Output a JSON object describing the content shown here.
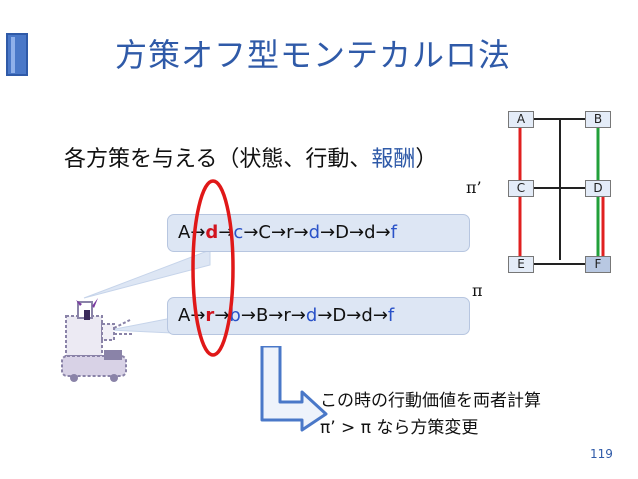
{
  "slide": {
    "title": "方策オフ型モンテカルロ法",
    "subtitle_main": "各方策を与える（状態、行動、",
    "subtitle_accent": "報酬",
    "subtitle_end": "）",
    "page_number": "119",
    "pi_prime_label": "π’",
    "pi_label": "π"
  },
  "sequence_top": [
    {
      "text": "A",
      "style": "dark"
    },
    {
      "text": "→",
      "style": "dark"
    },
    {
      "text": "d",
      "style": "red"
    },
    {
      "text": "→",
      "style": "dark"
    },
    {
      "text": "c",
      "style": "blue"
    },
    {
      "text": "→",
      "style": "dark"
    },
    {
      "text": "C",
      "style": "dark"
    },
    {
      "text": "→",
      "style": "dark"
    },
    {
      "text": "r",
      "style": "dark"
    },
    {
      "text": "→",
      "style": "dark"
    },
    {
      "text": "d",
      "style": "blue"
    },
    {
      "text": "→",
      "style": "dark"
    },
    {
      "text": "D",
      "style": "dark"
    },
    {
      "text": "→",
      "style": "dark"
    },
    {
      "text": "d",
      "style": "dark"
    },
    {
      "text": "→",
      "style": "dark"
    },
    {
      "text": "f",
      "style": "blue"
    }
  ],
  "sequence_bottom": [
    {
      "text": "A",
      "style": "dark"
    },
    {
      "text": "→",
      "style": "dark"
    },
    {
      "text": "r",
      "style": "red"
    },
    {
      "text": "→",
      "style": "dark"
    },
    {
      "text": "b",
      "style": "blue"
    },
    {
      "text": "→",
      "style": "dark"
    },
    {
      "text": "B",
      "style": "dark"
    },
    {
      "text": "→",
      "style": "dark"
    },
    {
      "text": "r",
      "style": "dark"
    },
    {
      "text": "→",
      "style": "dark"
    },
    {
      "text": "d",
      "style": "blue"
    },
    {
      "text": "→",
      "style": "dark"
    },
    {
      "text": "D",
      "style": "dark"
    },
    {
      "text": "→",
      "style": "dark"
    },
    {
      "text": "d",
      "style": "dark"
    },
    {
      "text": "→",
      "style": "dark"
    },
    {
      "text": "f",
      "style": "blue"
    }
  ],
  "grid_nodes": {
    "a": "A",
    "b": "B",
    "c": "C",
    "d": "D",
    "e": "E",
    "f": "F"
  },
  "conclusion": {
    "line1": "この時の行動価値を両者計算",
    "line2": "π’ > π  なら方策変更"
  },
  "colors": {
    "title": "#2f5aa8",
    "red_path": "#e02020",
    "green_path": "#22a03a",
    "highlight_ellipse": "#e01818",
    "arrow": "#4a78c8"
  },
  "icons": {
    "robot": "robot-illustration",
    "arrow": "bent-arrow-icon"
  }
}
